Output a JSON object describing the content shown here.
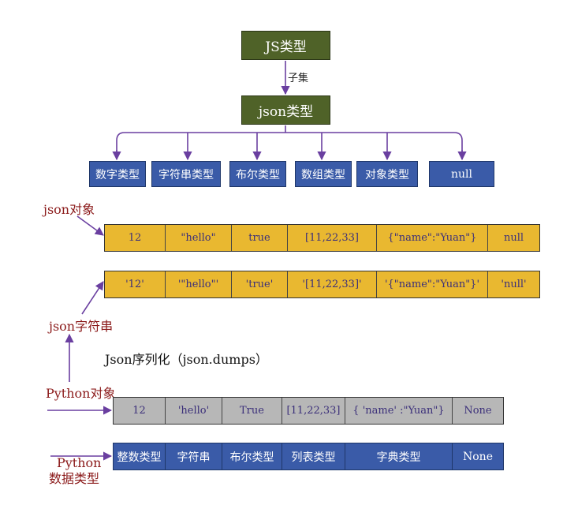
{
  "top": {
    "js_types": "JS类型",
    "subset_label": "子集",
    "json_types": "json类型"
  },
  "json_type_boxes": [
    "数字类型",
    "字符串类型",
    "布尔类型",
    "数组类型",
    "对象类型",
    "null"
  ],
  "json_object": {
    "label": "json对象",
    "cells": [
      "12",
      "\"hello\"",
      "true",
      "[11,22,33]",
      "{\"name\":\"Yuan\"}",
      "null"
    ]
  },
  "json_string": {
    "label": "json字符串",
    "cells": [
      "'12'",
      "'\"hello\"'",
      "'true'",
      "'[11,22,33]'",
      "'{\"name\":\"Yuan\"}'",
      "'null'"
    ]
  },
  "serialization_title": "Json序列化（json.dumps）",
  "python_object": {
    "label": "Python对象",
    "cells": [
      "12",
      "'hello'",
      "True",
      "[11,22,33]",
      "{ 'name' :\"Yuan\"}",
      "None"
    ]
  },
  "python_types": {
    "label_line1": "Python",
    "label_line2": "数据类型",
    "cells": [
      "整数类型",
      "字符串",
      "布尔类型",
      "列表类型",
      "字典类型",
      "None"
    ]
  },
  "colors": {
    "green": "#4f6228",
    "blue": "#3a5ba8",
    "yellow": "#e9b830",
    "gray": "#b7b7b7",
    "arrow": "#6a3fa0",
    "label_red": "#8b1a1a"
  }
}
